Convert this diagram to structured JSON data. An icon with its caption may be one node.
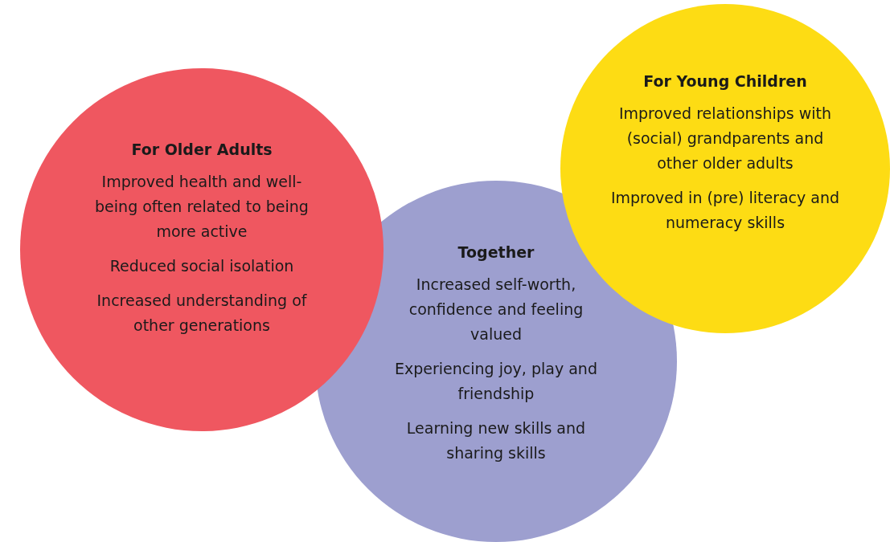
{
  "diagram": {
    "nodes": [
      {
        "text": [
          "For Older Adults",
          "Improved health and well-being often related to being more active",
          "Reduced social isolation",
          "Increased understanding of other generations"
        ]
      },
      {
        "text": [
          "Together",
          "Increased self-worth, confidence and feeling valued",
          "Experiencing joy, play and friendship",
          "Learning new skills and sharing skills"
        ]
      },
      {
        "text": [
          "For Young Children",
          "Improved relationships with (social) grandparents and other older adults",
          "Improved in (pre) literacy and numeracy skills"
        ]
      }
    ]
  }
}
